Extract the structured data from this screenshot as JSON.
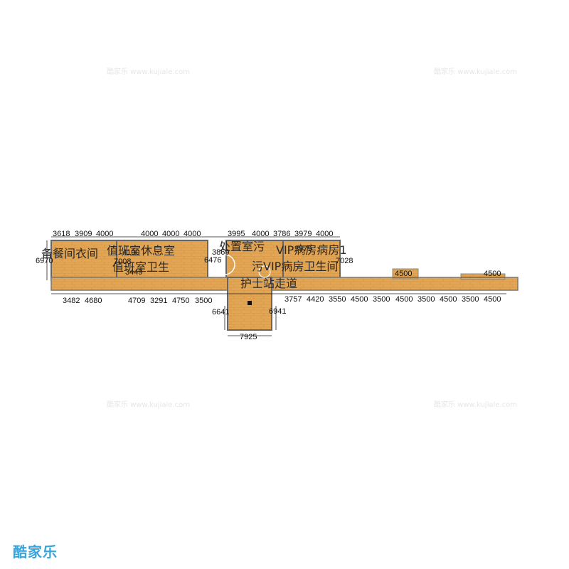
{
  "room_labels": {
    "canteen_locker": "备餐间衣间",
    "duty_rest": "值班室休息室",
    "duty_bath": "值班室卫生",
    "disposal": "处置室污",
    "vip_ward": "VIP病房病房1",
    "vip_bath": "污VIP病房卫生间",
    "nurse_station": "护士站走道"
  },
  "dims_top": [
    "3618",
    "3909",
    "4000",
    "4000",
    "4000",
    "4000",
    "3995",
    "4000",
    "3786",
    "3979",
    "4000"
  ],
  "dims_inner": {
    "a4190": "4190",
    "a7008": "7008",
    "a3449": "3449",
    "a3869": "3869",
    "a6476": "6476",
    "a3979b": "3979",
    "a7028": "7028",
    "a6970": "6970",
    "a4500_left": "4500",
    "a4500_right": "4500"
  },
  "dims_bottom": [
    "3482",
    "4680",
    "4709",
    "3291",
    "4750",
    "3500",
    "3757",
    "4420",
    "3550",
    "4500",
    "3500",
    "4500",
    "3500",
    "4500",
    "3500",
    "4500"
  ],
  "dims_annex": {
    "left": "6641",
    "right": "6941",
    "bottom": "7925"
  },
  "brand": "酷家乐",
  "watermark": "酷家乐 www.kujiale.com"
}
